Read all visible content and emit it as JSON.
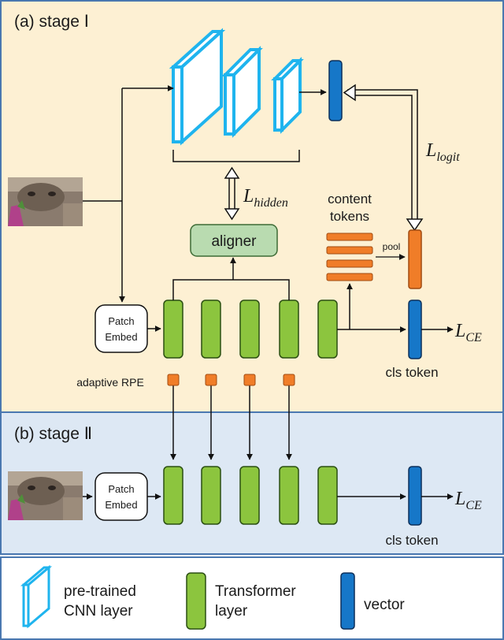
{
  "stage1": {
    "title": "(a) stage Ⅰ",
    "loss_hidden": {
      "main": "L",
      "sub": "hidden"
    },
    "loss_logit": {
      "main": "L",
      "sub": "logit"
    },
    "loss_ce": {
      "main": "L",
      "sub": "CE"
    },
    "aligner": "aligner",
    "content_tokens_line1": "content",
    "content_tokens_line2": "tokens",
    "pool": "pool",
    "patch_embed_line1": "Patch",
    "patch_embed_line2": "Embed",
    "adaptive_rpe": "adaptive RPE",
    "cls_token": "cls token"
  },
  "stage2": {
    "title": "(b) stage Ⅱ",
    "loss_ce": {
      "main": "L",
      "sub": "CE"
    },
    "patch_embed_line1": "Patch",
    "patch_embed_line2": "Embed",
    "cls_token": "cls token"
  },
  "legend": {
    "cnn_line1": "pre-trained",
    "cnn_line2": "CNN layer",
    "transformer_line1": "Transformer",
    "transformer_line2": "layer",
    "vector": "vector"
  },
  "colors": {
    "stage1_bg": "#fdf0d3",
    "stage2_bg": "#dde8f4",
    "border": "#4a78b0",
    "cnn": "#1fb4ee",
    "transformer": "#8cc53e",
    "vector": "#1677c8",
    "orange": "#f07d28",
    "aligner_fill": "#b9dbb0"
  }
}
